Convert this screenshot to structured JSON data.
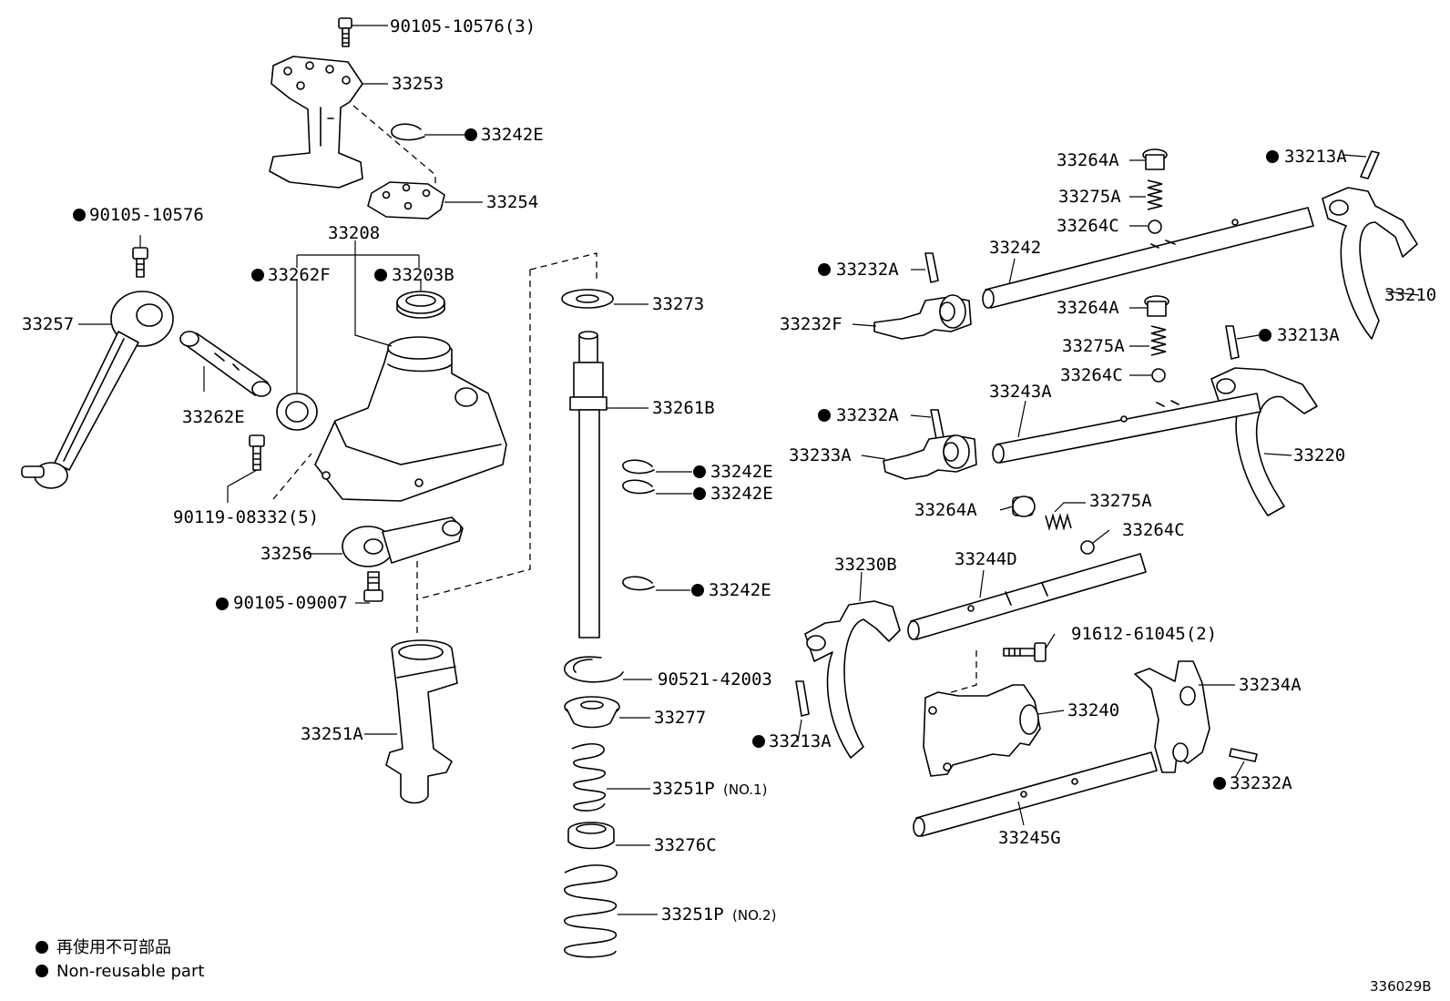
{
  "labels": {
    "p90105_10576_3": "90105-10576(3)",
    "p33253": "33253",
    "p33242E_top": "33242E",
    "p33254": "33254",
    "p90105_10576": "90105-10576",
    "p33208": "33208",
    "p33262F": "33262F",
    "p33203B": "33203B",
    "p33257": "33257",
    "p33262E": "33262E",
    "p90119_08332_5": "90119-08332(5)",
    "p33256": "33256",
    "p90105_09007": "90105-09007",
    "p33251A": "33251A",
    "p33273": "33273",
    "p33261B": "33261B",
    "p33242E_a": "33242E",
    "p33242E_b": "33242E",
    "p33242E_c": "33242E",
    "p90521_42003": "90521-42003",
    "p33277": "33277",
    "p33251P_1": "33251P",
    "p33251P_1_note": "(NO.1)",
    "p33276C": "33276C",
    "p33251P_2": "33251P",
    "p33251P_2_note": "(NO.2)",
    "p33264A_1": "33264A",
    "p33275A_1": "33275A",
    "p33264C_1": "33264C",
    "p33242": "33242",
    "p33213A_1": "33213A",
    "p33210": "33210",
    "p33232A_1": "33232A",
    "p33232F": "33232F",
    "p33264A_2": "33264A",
    "p33275A_2": "33275A",
    "p33264C_2": "33264C",
    "p33213A_2": "33213A",
    "p33232A_2": "33232A",
    "p33243A": "33243A",
    "p33233A": "33233A",
    "p33220": "33220",
    "p33264A_3": "33264A",
    "p33275A_3": "33275A",
    "p33264C_3": "33264C",
    "p33230B": "33230B",
    "p33244D": "33244D",
    "p91612_61045_2": "91612-61045(2)",
    "p33234A": "33234A",
    "p33240": "33240",
    "p33213A_3": "33213A",
    "p33232A_3": "33232A",
    "p33245G": "33245G"
  },
  "legend": {
    "japanese": "再使用不可部品",
    "english": "Non-reusable part"
  },
  "diagram_code": "336029B"
}
